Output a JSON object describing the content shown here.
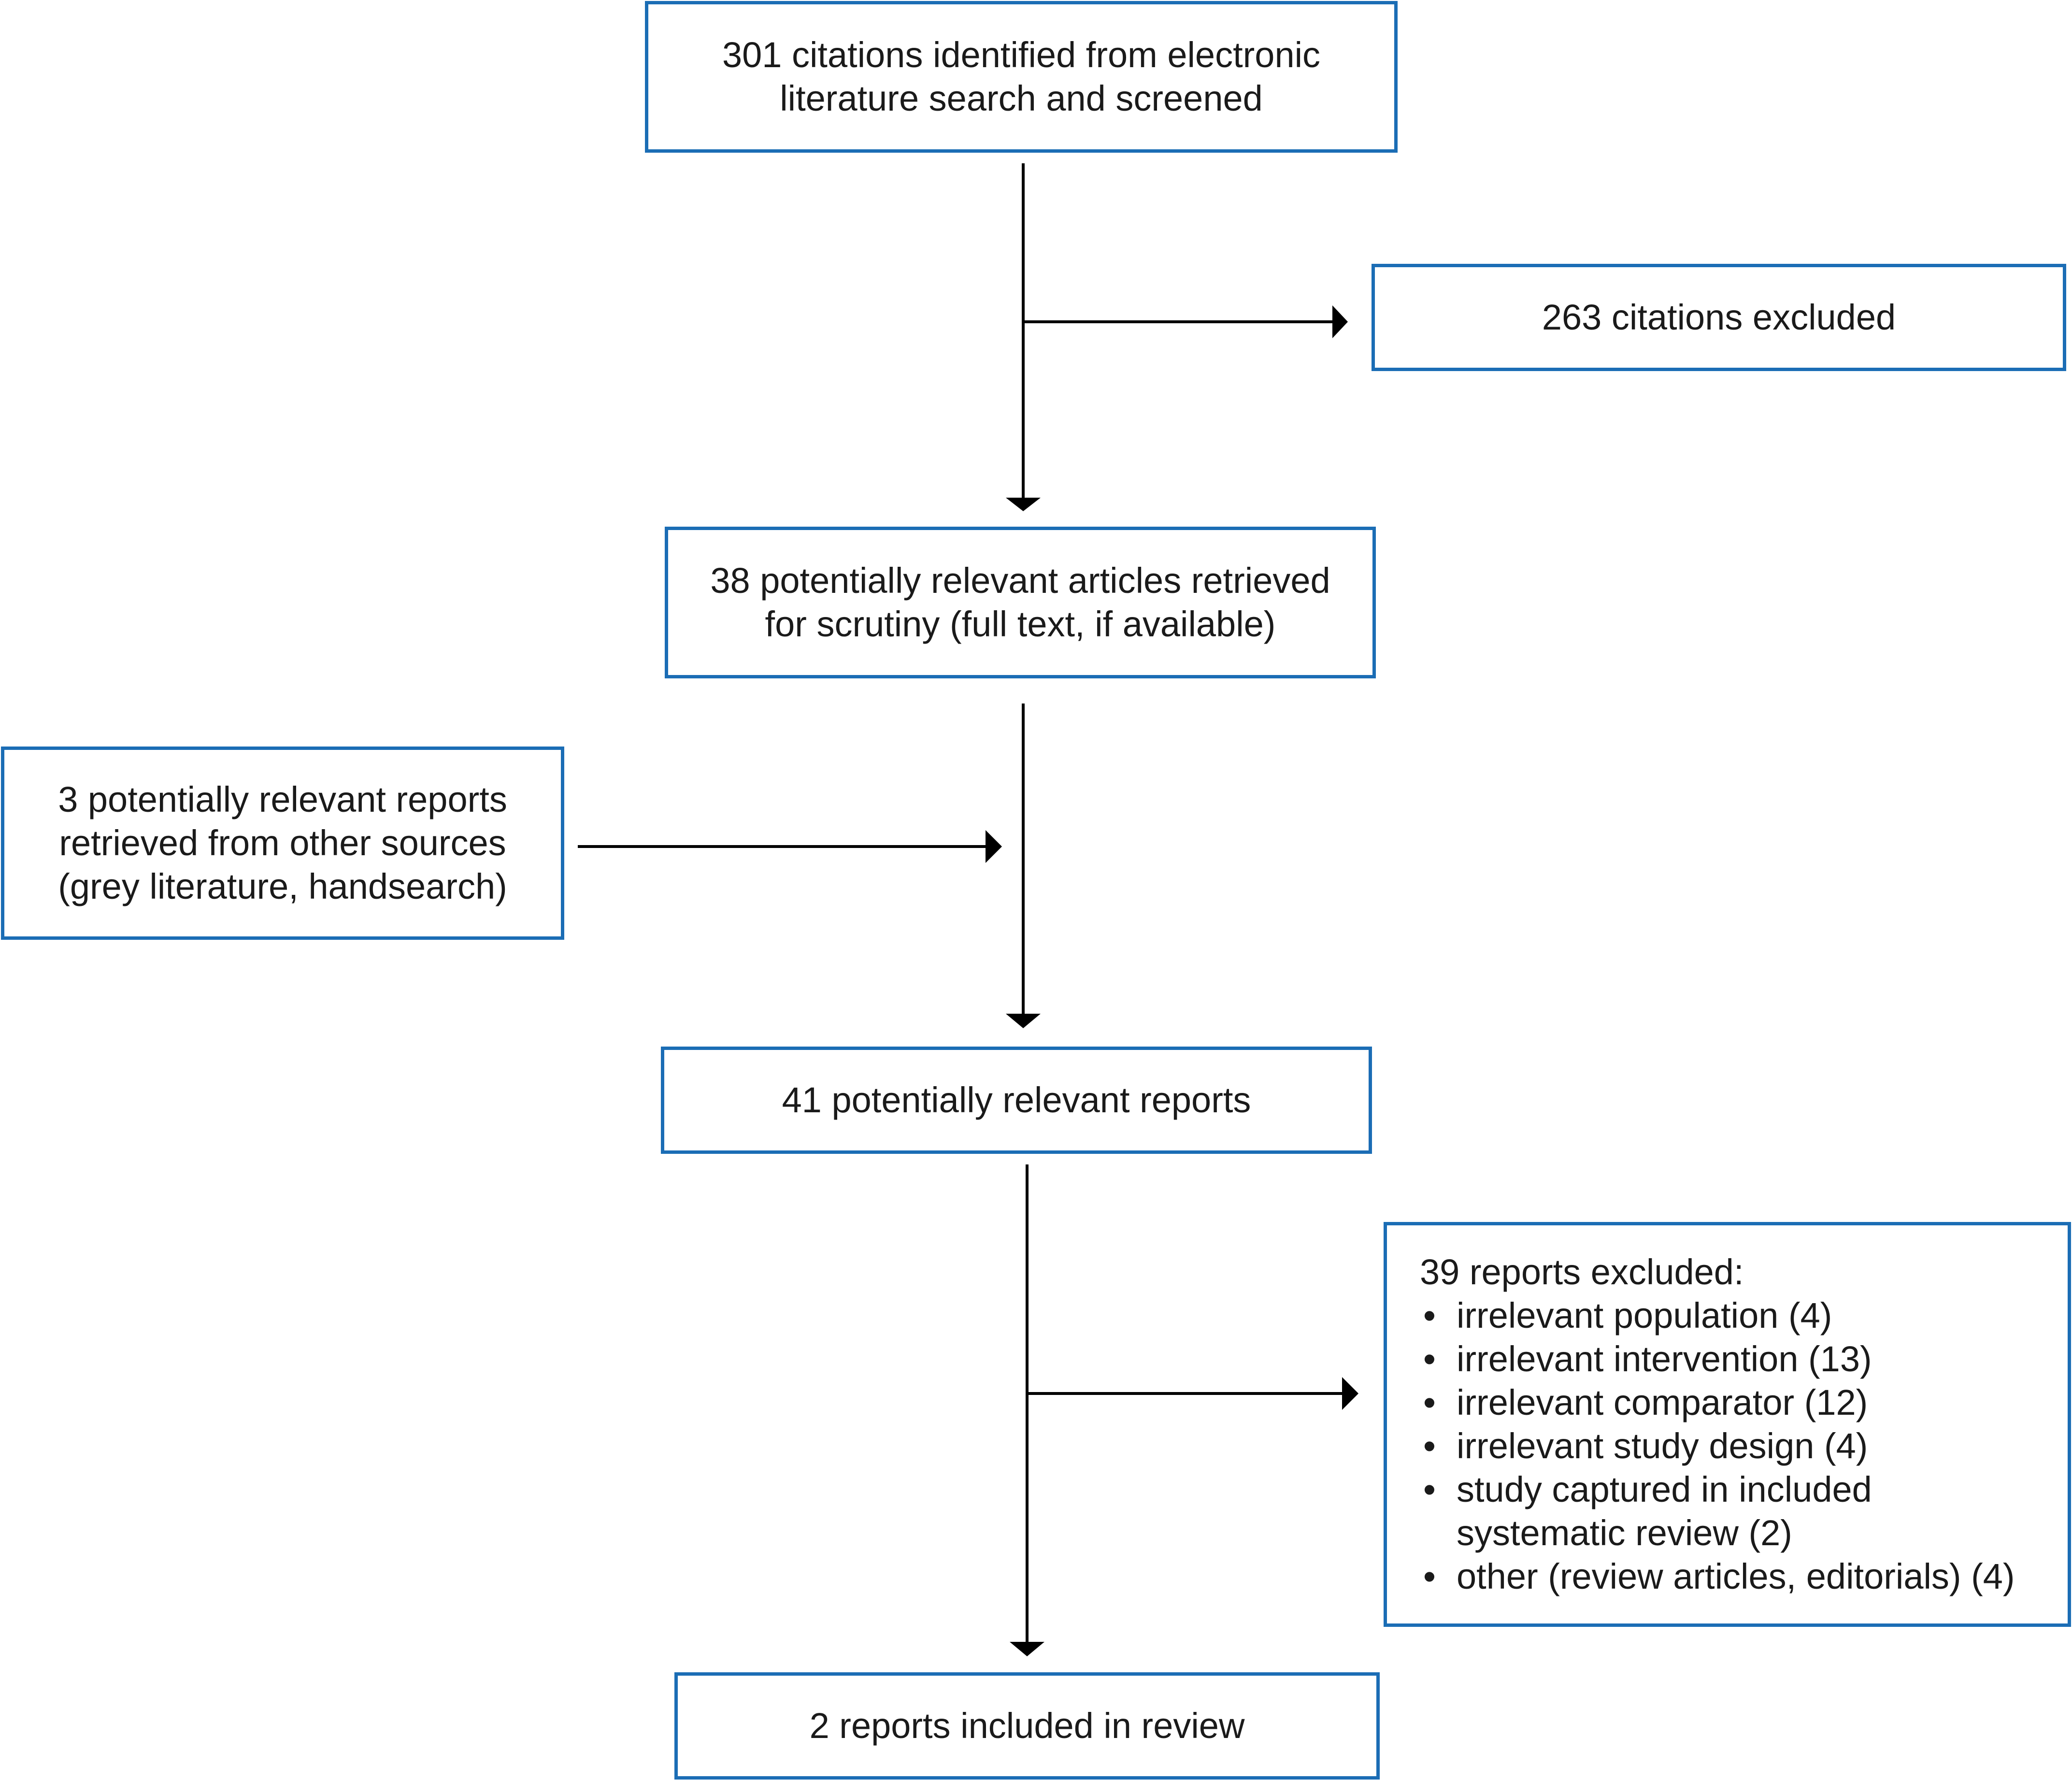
{
  "boxes": {
    "search": {
      "line1": "301 citations identified from electronic",
      "line2": "literature search and screened"
    },
    "excluded_citations": {
      "text": "263 citations excluded"
    },
    "scrutiny": {
      "line1": "38 potentially relevant articles retrieved",
      "line2": "for scrutiny (full text, if available)"
    },
    "other_sources": {
      "line1": "3 potentially relevant reports",
      "line2": "retrieved from other sources",
      "line3": "(grey literature, handsearch)"
    },
    "relevant_reports": {
      "text": "41 potentially relevant reports"
    },
    "excluded_reports": {
      "heading": "39 reports excluded:",
      "bullet": "•",
      "items": [
        "irrelevant population (4)",
        "irrelevant intervention (13)",
        "irrelevant comparator (12)",
        "irrelevant study design (4)",
        "study captured in included",
        "other (review articles, editorials) (4)"
      ],
      "item5_continuation": "systematic review (2)"
    },
    "included": {
      "text": "2 reports included in review"
    }
  },
  "colors": {
    "box_border": "#1b6db5",
    "arrow": "#000000",
    "text": "#1a1a1a"
  }
}
